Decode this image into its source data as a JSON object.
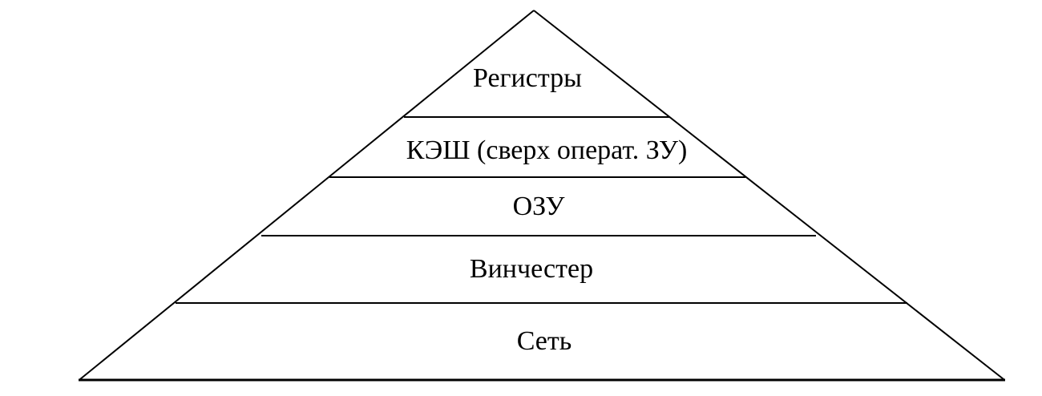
{
  "pyramid": {
    "levels": [
      {
        "label": "Регистры"
      },
      {
        "label": "КЭШ (сверх операт. ЗУ)"
      },
      {
        "label": "ОЗУ"
      },
      {
        "label": "Винчестер"
      },
      {
        "label": "Сеть"
      }
    ],
    "line_color": "#000000",
    "background_color": "#ffffff"
  }
}
